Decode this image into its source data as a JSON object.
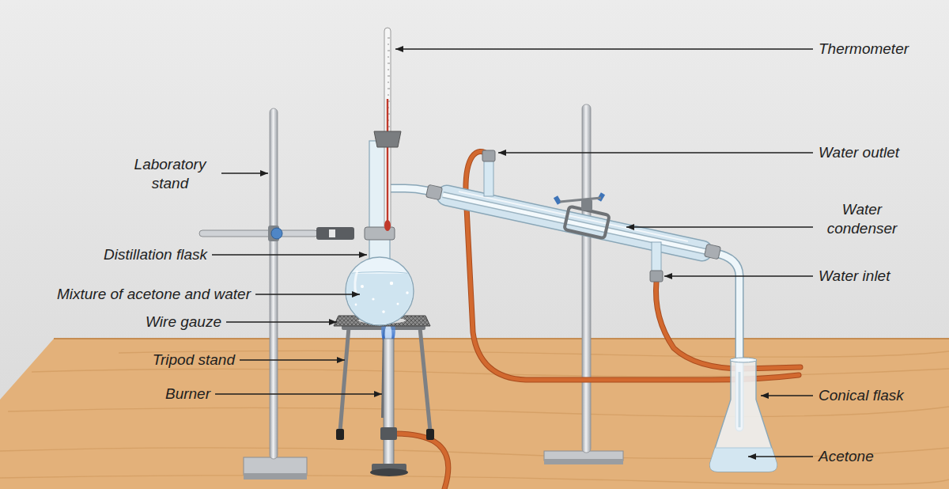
{
  "diagram": {
    "labels": [
      "Thermometer",
      "Laboratory stand",
      "Water outlet",
      "Water condenser",
      "Distillation flask",
      "Water inlet",
      "Mixture of acetone and water",
      "Wire gauze",
      "Tripod stand",
      "Burner",
      "Conical flask",
      "Acetone"
    ]
  }
}
